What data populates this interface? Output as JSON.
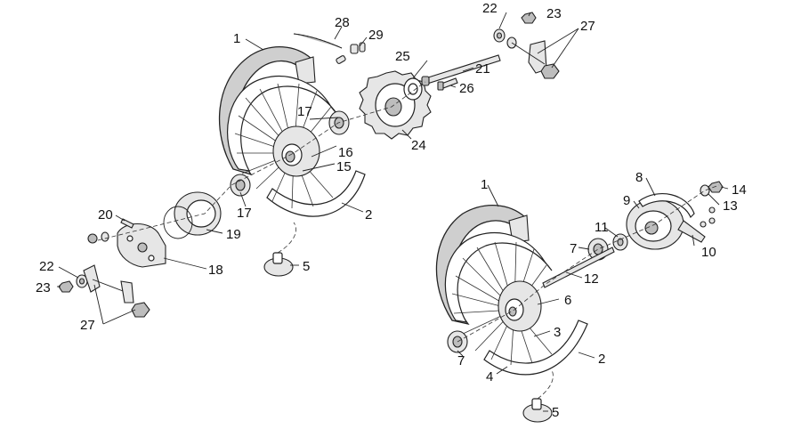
{
  "labels": {
    "front_tire": "1",
    "front_spoke_set": "15",
    "front_rim": "2",
    "front_hub": "16",
    "front_bearing_outer": "17",
    "front_bearing_inner": "17",
    "front_valve": "5",
    "chain": "28",
    "chain_clip": "29",
    "sprocket": "24",
    "sprocket_ring": "25",
    "rear_axle": "21",
    "bolt": "26",
    "top_washer": "22",
    "top_nut": "23",
    "top_tensioner": "27",
    "brake_cover_spring": "19",
    "bolt_20": "20",
    "brake_plate": "18",
    "left_washer": "22",
    "left_nut": "23",
    "left_tensioner": "27",
    "rear_tire": "1",
    "rear_hub": "6",
    "rear_spokes": "3",
    "rear_rim": "2",
    "rear_rim_tape": "4",
    "rear_bearing_left": "7",
    "rear_bearing_right": "7",
    "rear_valve": "5",
    "axle_12": "12",
    "spacer_11": "11",
    "brake_drum": "9",
    "brake_shoe_cover": "8",
    "brake_arm": "10",
    "nut_14": "14",
    "washer_13": "13"
  }
}
